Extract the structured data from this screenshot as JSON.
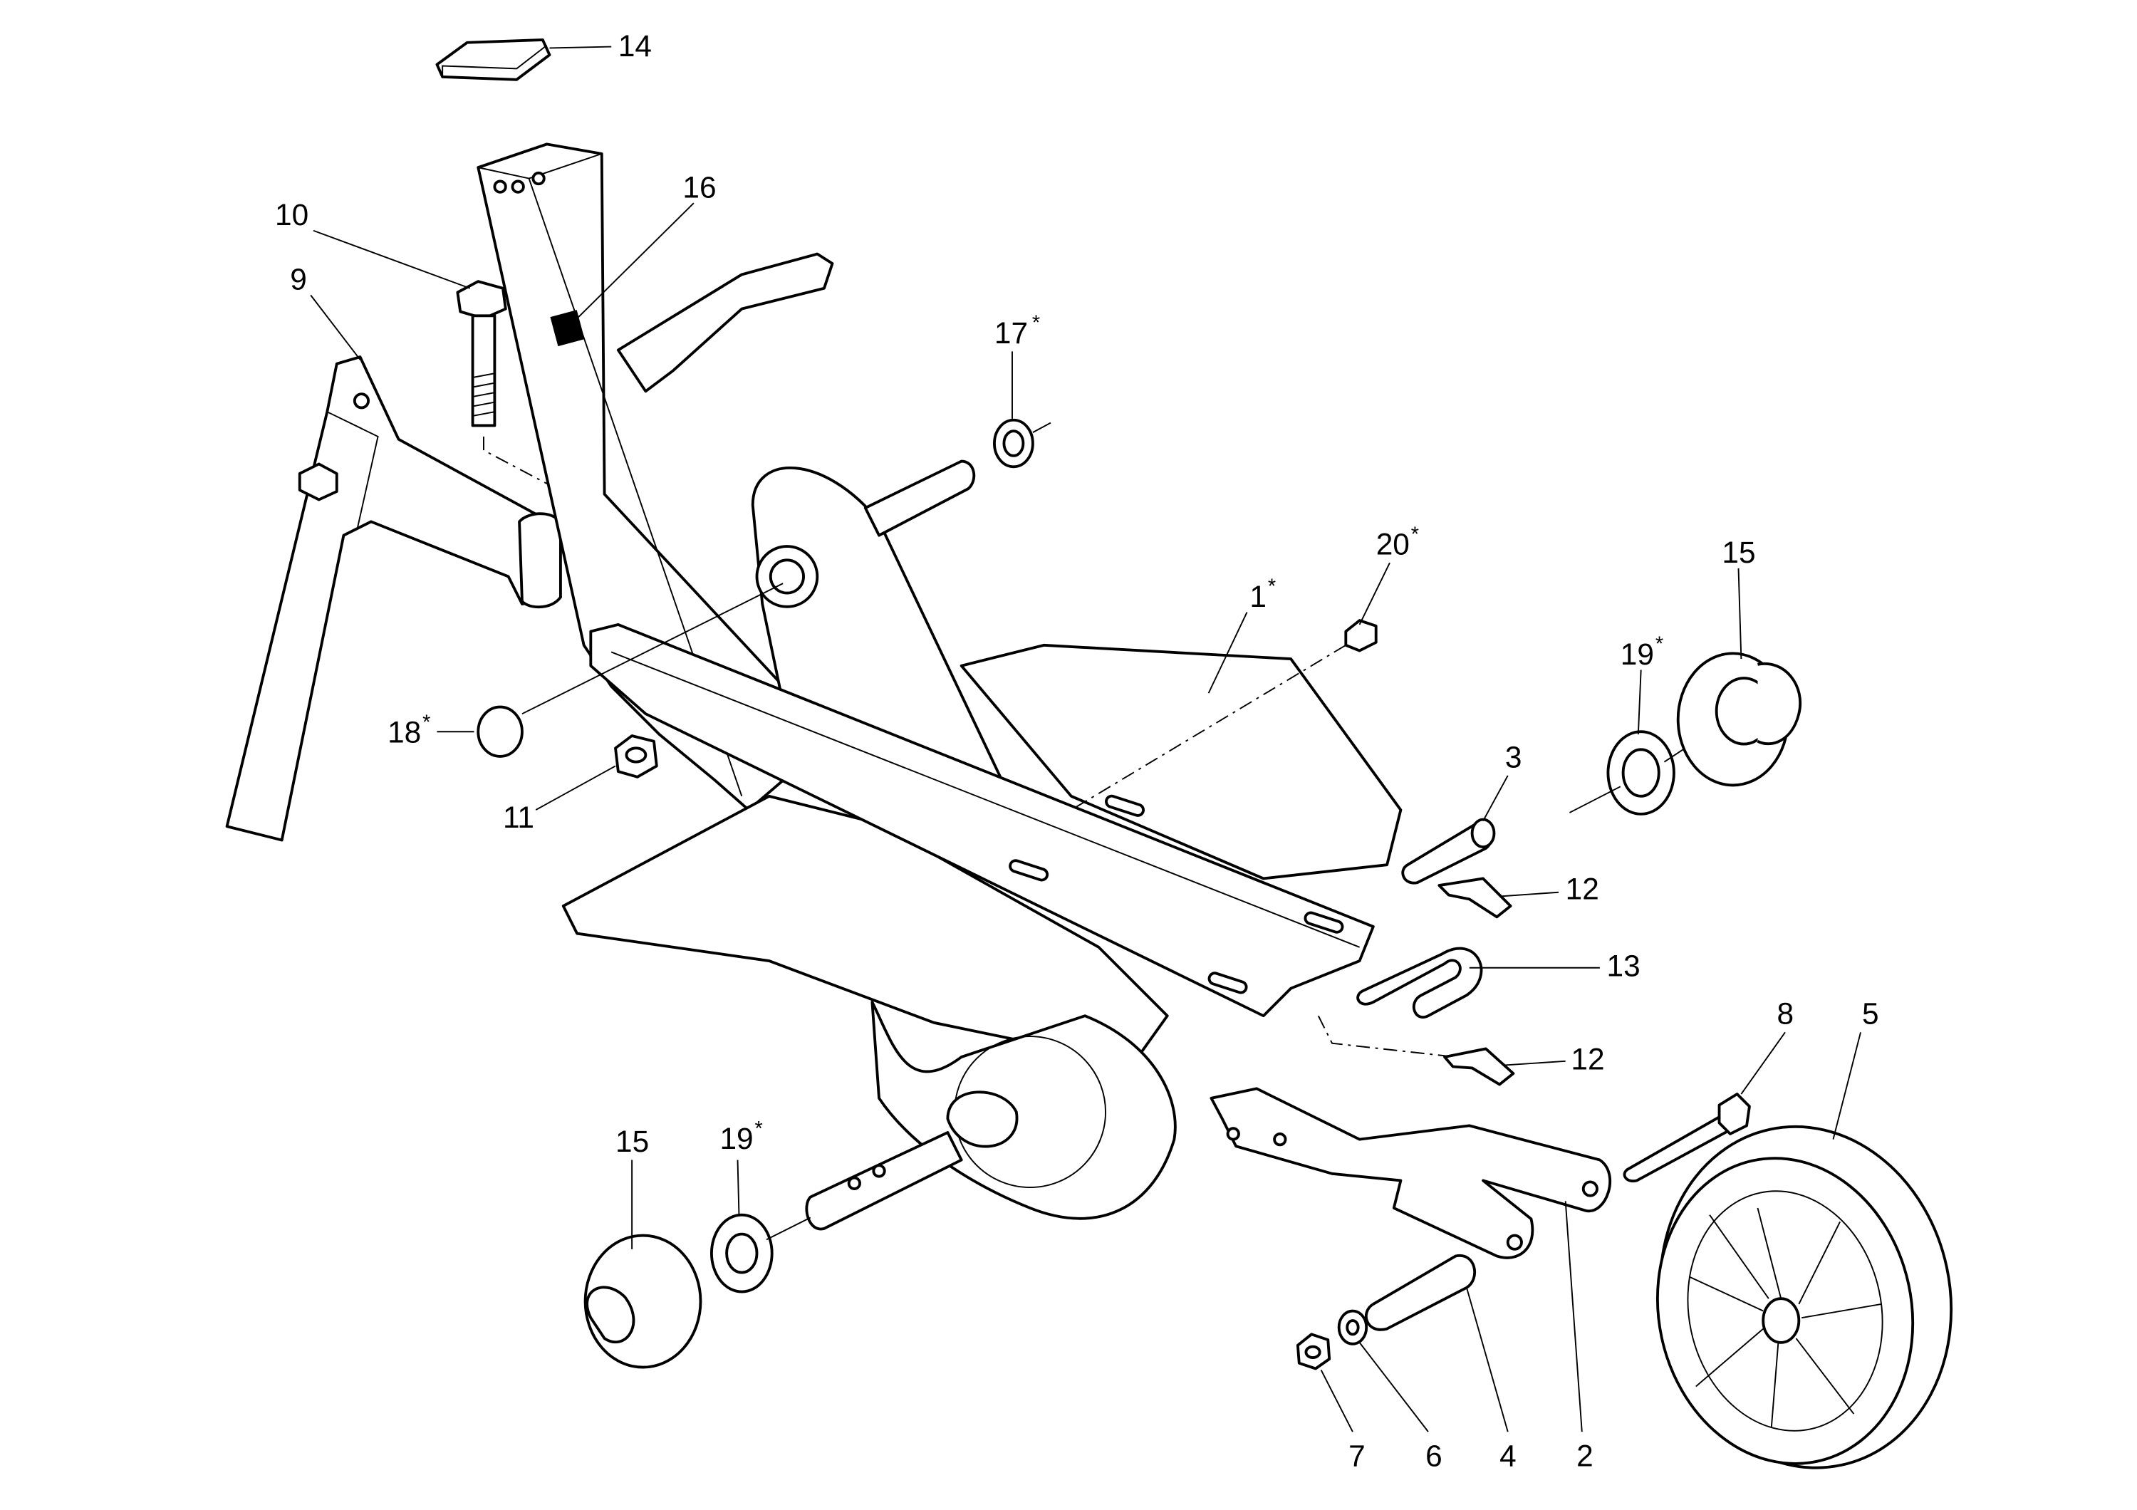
{
  "diagram": {
    "type": "exploded parts diagram",
    "callouts": [
      {
        "num": "14",
        "mark": ""
      },
      {
        "num": "16",
        "mark": ""
      },
      {
        "num": "10",
        "mark": ""
      },
      {
        "num": "9",
        "mark": ""
      },
      {
        "num": "17",
        "mark": "*"
      },
      {
        "num": "20",
        "mark": "*"
      },
      {
        "num": "15",
        "mark": ""
      },
      {
        "num": "1",
        "mark": "*"
      },
      {
        "num": "19",
        "mark": "*"
      },
      {
        "num": "18",
        "mark": "*"
      },
      {
        "num": "3",
        "mark": ""
      },
      {
        "num": "11",
        "mark": ""
      },
      {
        "num": "12",
        "mark": ""
      },
      {
        "num": "13",
        "mark": ""
      },
      {
        "num": "8",
        "mark": ""
      },
      {
        "num": "5",
        "mark": ""
      },
      {
        "num": "12",
        "mark": ""
      },
      {
        "num": "15",
        "mark": ""
      },
      {
        "num": "19",
        "mark": "*"
      },
      {
        "num": "7",
        "mark": ""
      },
      {
        "num": "6",
        "mark": ""
      },
      {
        "num": "4",
        "mark": ""
      },
      {
        "num": "2",
        "mark": ""
      }
    ]
  }
}
